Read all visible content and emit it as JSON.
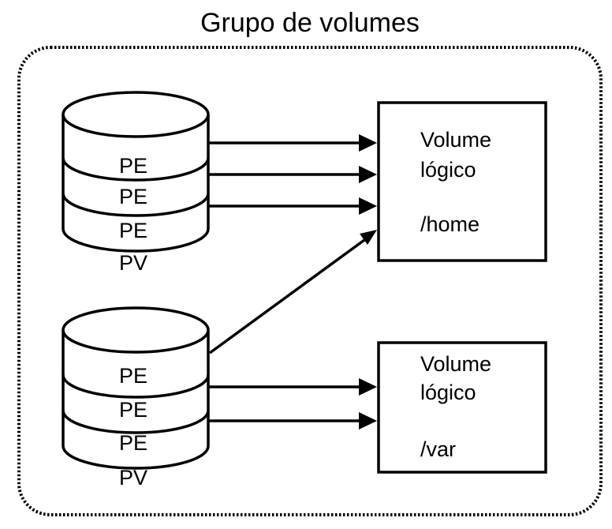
{
  "title": "Grupo de volumes",
  "disks": [
    {
      "segments": [
        "PE",
        "PE",
        "PE"
      ],
      "label": "PV"
    },
    {
      "segments": [
        "PE",
        "PE",
        "PE"
      ],
      "label": "PV"
    }
  ],
  "logical_volumes": [
    {
      "line1": "Volume",
      "line2": "lógico",
      "mount": "/home"
    },
    {
      "line1": "Volume",
      "line2": "lógico",
      "mount": "/var"
    }
  ],
  "colors": {
    "stroke": "#000000",
    "fill": "#ffffff"
  }
}
